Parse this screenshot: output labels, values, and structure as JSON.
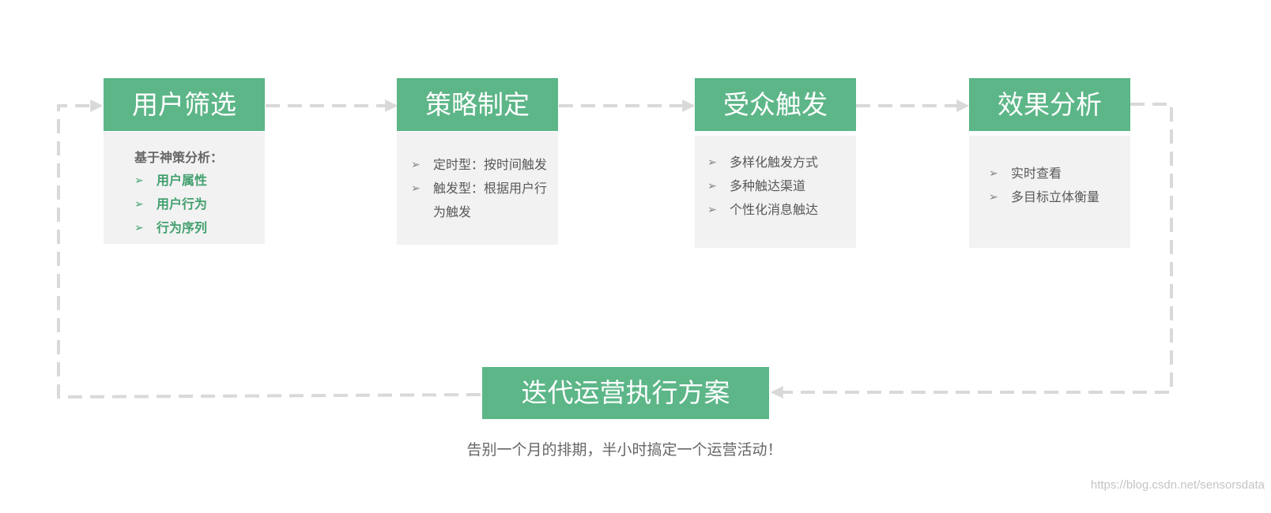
{
  "steps": [
    {
      "title": "用户筛选",
      "intro": "基于神策分析：",
      "items": [
        "用户属性",
        "用户行为",
        "行为序列"
      ]
    },
    {
      "title": "策略制定",
      "items": [
        "定时型：按时间触发",
        "触发型：根据用户行为触发"
      ]
    },
    {
      "title": "受众触发",
      "items": [
        "多样化触发方式",
        "多种触达渠道",
        "个性化消息触达"
      ]
    },
    {
      "title": "效果分析",
      "items": [
        "实时查看",
        "多目标立体衡量"
      ]
    }
  ],
  "iterate": {
    "title": "迭代运营执行方案"
  },
  "tagline": "告别一个月的排期，半小时搞定一个运营活动！",
  "watermark": "https://blog.csdn.net/sensorsdata",
  "bullet_glyph": "➢",
  "colors": {
    "accent_green": "#5db688",
    "panel_gray": "#f2f2f2",
    "dash_gray": "#d9d9d9",
    "highlight_text": "#43a06f"
  }
}
